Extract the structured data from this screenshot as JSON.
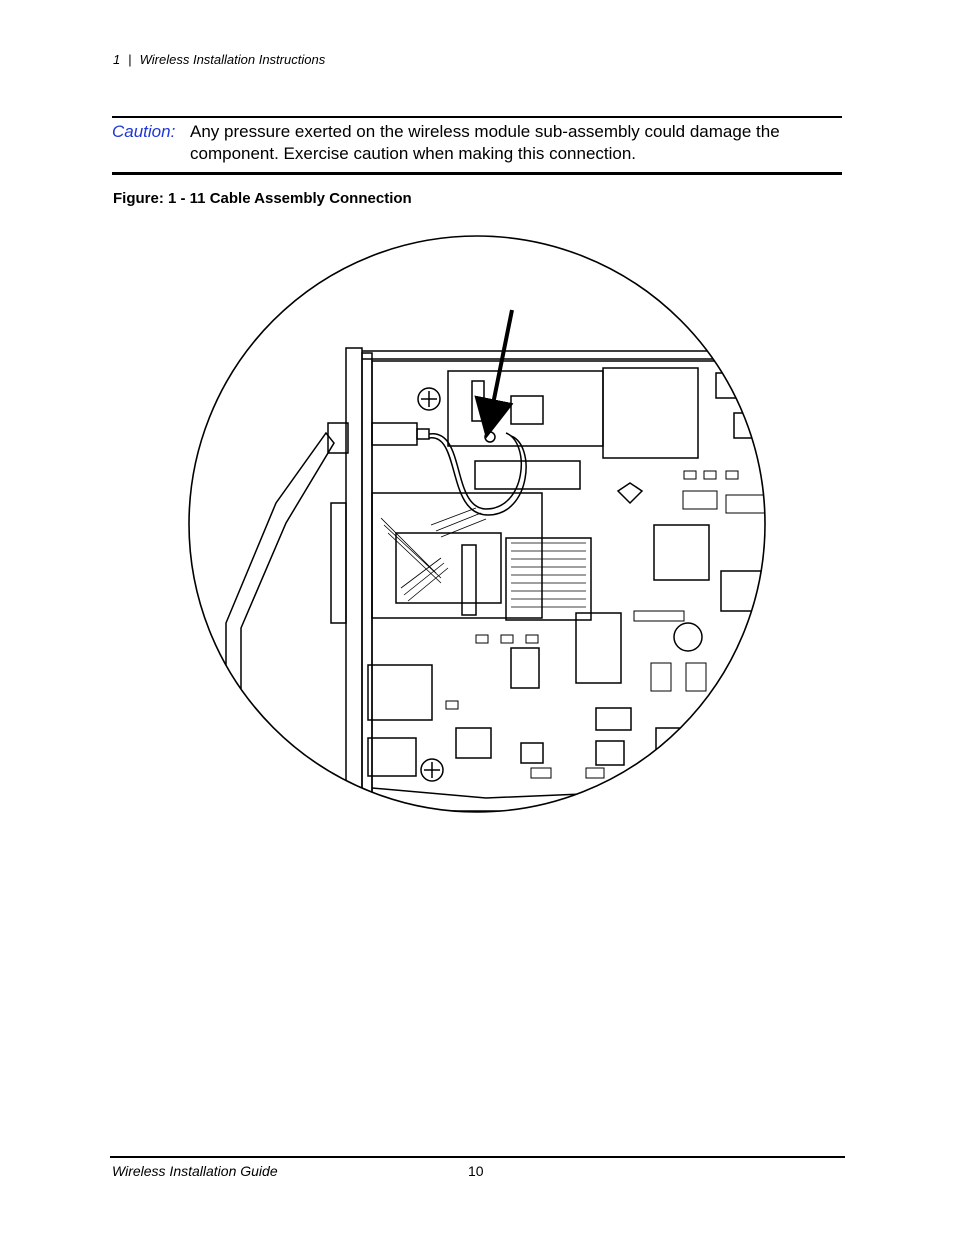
{
  "header": {
    "chapter": "1",
    "separator": "|",
    "title": "Wireless Installation Instructions"
  },
  "caution": {
    "label": "Caution:",
    "text": "Any pressure exerted on the wireless module sub-assembly could damage the component. Exercise caution when making this connection."
  },
  "figure": {
    "caption": "Figure: 1 - 11 Cable Assembly Connection",
    "illustration": "circuit-board-cable-connection-drawing"
  },
  "footer": {
    "guide_title": "Wireless Installation Guide",
    "page_number": "10"
  }
}
